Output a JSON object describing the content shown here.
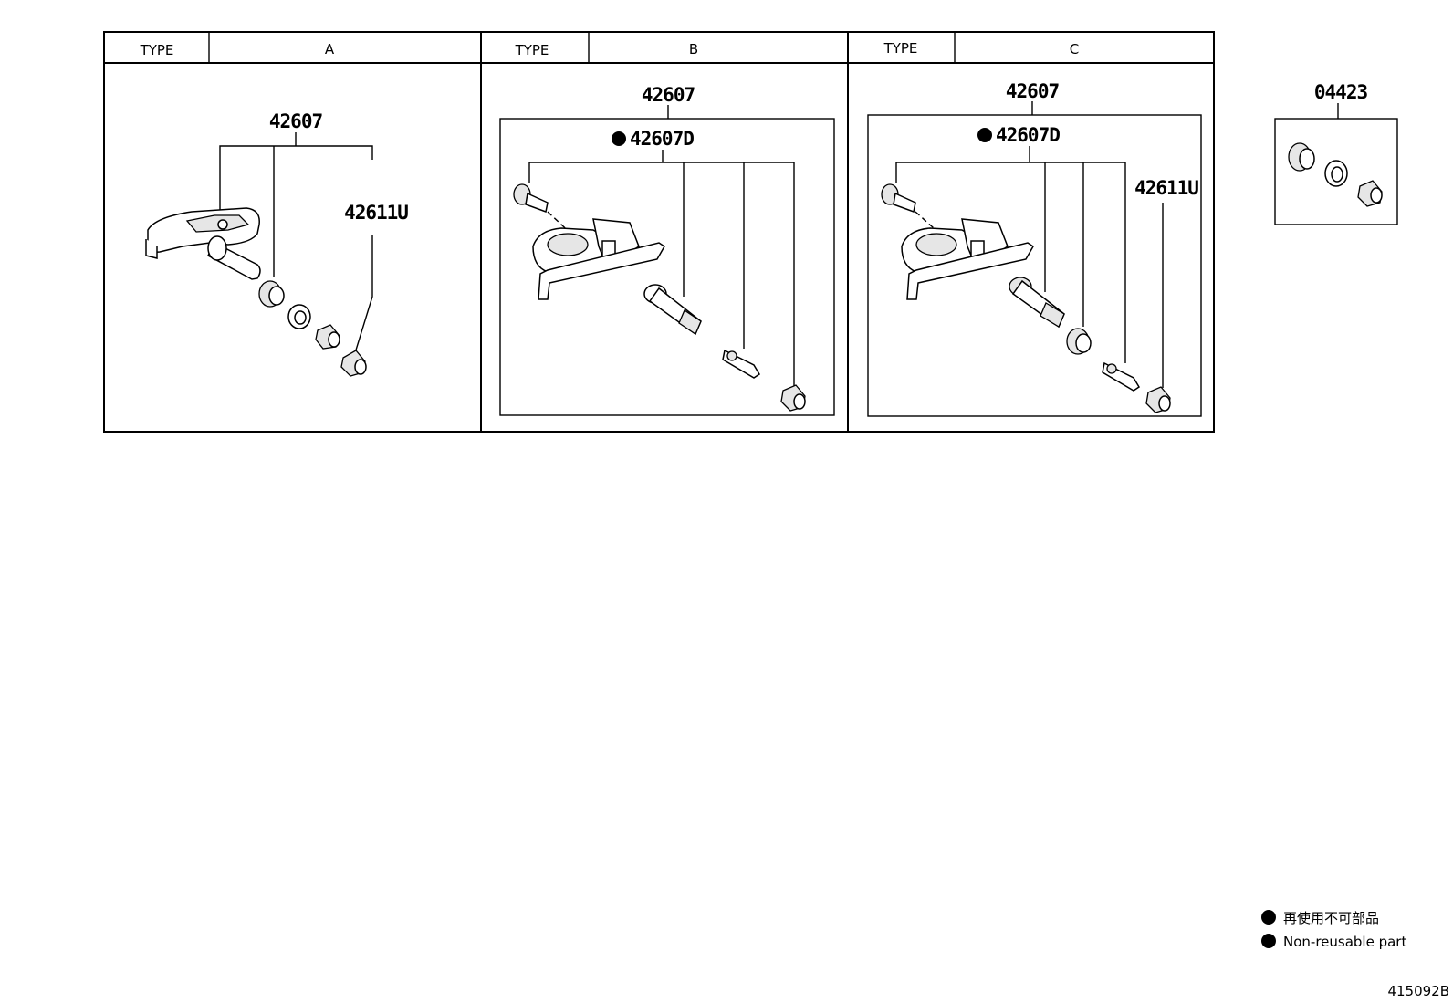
{
  "types": [
    {
      "type_label": "TYPE",
      "type_value": "A",
      "main_part": "42607",
      "sub_part": "",
      "extra_part": "42611U"
    },
    {
      "type_label": "TYPE",
      "type_value": "B",
      "main_part": "42607",
      "sub_part": "42607D",
      "extra_part": ""
    },
    {
      "type_label": "TYPE",
      "type_value": "C",
      "main_part": "42607",
      "sub_part": "42607D",
      "extra_part": "42611U"
    }
  ],
  "kit_part": "04423",
  "legend": {
    "jp": "再使用不可部品",
    "en": "Non-reusable part"
  },
  "diagram_code": "415092B",
  "colors": {
    "line": "#000000",
    "background": "#ffffff"
  }
}
